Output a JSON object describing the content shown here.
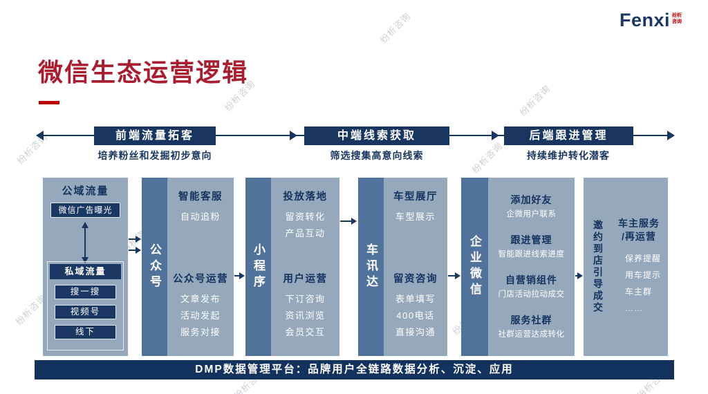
{
  "brand": {
    "name": "Fenxi",
    "subtext": "纷析咨询"
  },
  "title": "微信生态运营逻辑",
  "watermark": "纷析咨询",
  "stages": [
    {
      "label": "前端流量拓客",
      "desc": "培养粉丝和发掘初步意向"
    },
    {
      "label": "中端线索获取",
      "desc": "筛选搜集高意向线索"
    },
    {
      "label": "后端跟进管理",
      "desc": "持续维护转化潜客"
    }
  ],
  "sources": {
    "public_label": "公域流量",
    "ad_box": "微信广告曝光",
    "private_label": "私域流量",
    "private_channels": [
      "搜一搜",
      "视频号",
      "线下"
    ]
  },
  "platforms": [
    {
      "name": "公众号"
    },
    {
      "name": "小程序"
    },
    {
      "name": "车讯达"
    },
    {
      "name": "企业微信"
    }
  ],
  "panels": [
    {
      "sections": [
        {
          "title": "智能客服",
          "items": [
            "自动追粉"
          ]
        },
        {
          "title": "公众号运营",
          "items": [
            "文章发布",
            "活动发起",
            "服务对接"
          ]
        }
      ]
    },
    {
      "sections": [
        {
          "title": "投放落地",
          "items": [
            "留资转化",
            "产品互动"
          ]
        },
        {
          "title": "用户运营",
          "items": [
            "下订咨询",
            "资讯浏览",
            "会员交互"
          ]
        }
      ]
    },
    {
      "sections": [
        {
          "title": "车型展厅",
          "items": [
            "车型展示"
          ]
        },
        {
          "title": "留资咨询",
          "items": [
            "表单填写",
            "400电话",
            "直接沟通"
          ]
        }
      ]
    },
    {
      "sections": [
        {
          "title": "添加好友",
          "items": [
            "企微用户联系"
          ]
        },
        {
          "title": "跟进管理",
          "items": [
            "智能跟进线索进度"
          ]
        },
        {
          "title": "自营销组件",
          "items": [
            "门店活动拉动成交"
          ]
        },
        {
          "title": "服务社群",
          "items": [
            "社群运营达成转化"
          ]
        }
      ]
    }
  ],
  "outcome": {
    "vertical_label": "邀约到店引导成交",
    "title_line1": "车主服务",
    "title_line2": "/再运营",
    "items": [
      "保养提醒",
      "用车提示",
      "车主群",
      "……"
    ]
  },
  "footer": "DMP数据管理平台：品牌用户全链路数据分析、沉淀、应用",
  "colors": {
    "accent_red": "#A91D30",
    "navy": "#17355E",
    "panel_light": "#96A9BC",
    "panel_dark": "#51729B"
  }
}
